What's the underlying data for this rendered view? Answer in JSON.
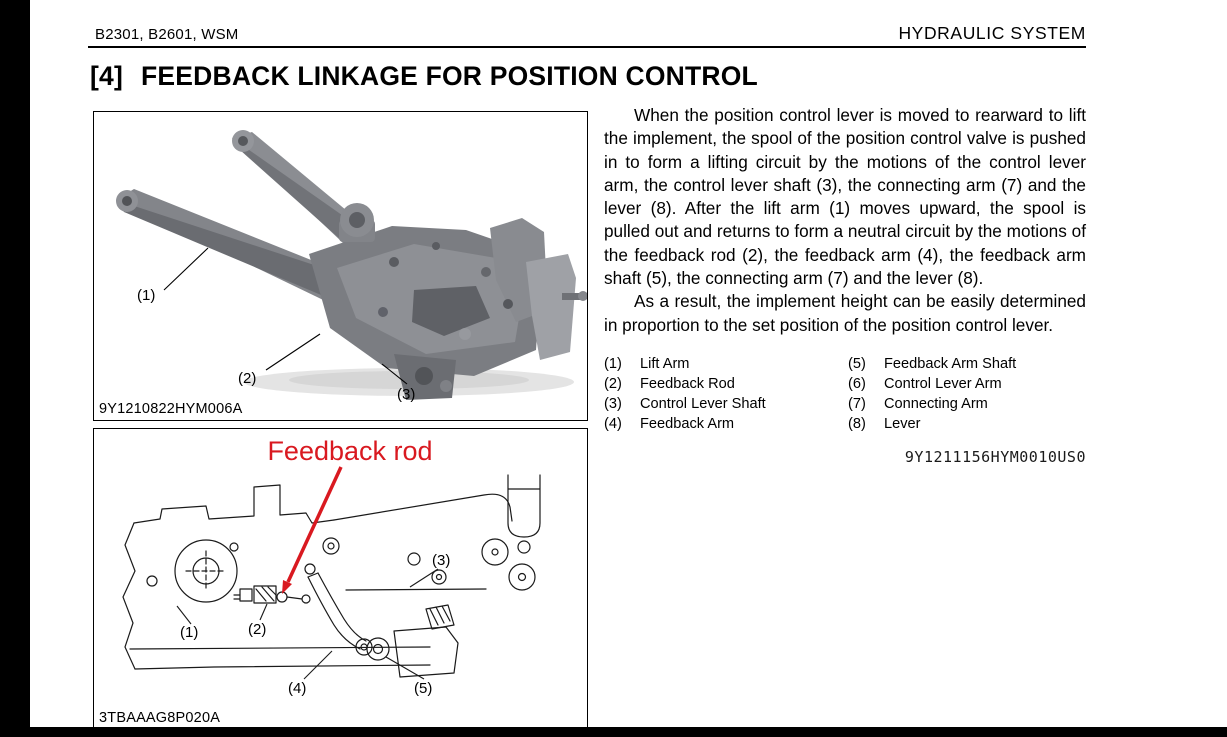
{
  "header": {
    "left": "B2301, B2601, WSM",
    "right": "HYDRAULIC SYSTEM"
  },
  "title": {
    "index": "[4]",
    "text": "FEEDBACK LINKAGE FOR POSITION CONTROL"
  },
  "body": {
    "paragraph1": "When the position control lever is moved to rearward to lift the implement, the spool of the position control valve is pushed in to form a lifting circuit by the motions of the control lever arm, the control lever shaft (3), the connecting arm (7) and the lever (8). After the lift arm (1) moves upward, the spool is pulled out and returns to form a neutral circuit by the motions of the feedback rod (2), the feedback arm (4), the feedback arm shaft (5), the connecting arm (7) and the lever (8).",
    "paragraph2": "As a result, the implement height can be easily determined in proportion to the set position of the position control lever."
  },
  "figures": {
    "photo": {
      "caption": "9Y1210822HYM006A",
      "labels": [
        "(1)",
        "(2)",
        "(3)"
      ]
    },
    "diagram": {
      "caption": "3TBAAAG8P020A",
      "annotation": "Feedback rod",
      "labels": [
        "(1)",
        "(2)",
        "(3)",
        "(4)",
        "(5)"
      ]
    }
  },
  "legend": {
    "col1": [
      {
        "num": "(1)",
        "label": "Lift Arm"
      },
      {
        "num": "(2)",
        "label": "Feedback Rod"
      },
      {
        "num": "(3)",
        "label": "Control Lever Shaft"
      },
      {
        "num": "(4)",
        "label": "Feedback Arm"
      }
    ],
    "col2": [
      {
        "num": "(5)",
        "label": "Feedback Arm Shaft"
      },
      {
        "num": "(6)",
        "label": "Control Lever Arm"
      },
      {
        "num": "(7)",
        "label": "Connecting Arm"
      },
      {
        "num": "(8)",
        "label": "Lever"
      }
    ]
  },
  "reference_code": "9Y1211156HYM0010US0",
  "colors": {
    "annotation_red": "#d91920"
  }
}
